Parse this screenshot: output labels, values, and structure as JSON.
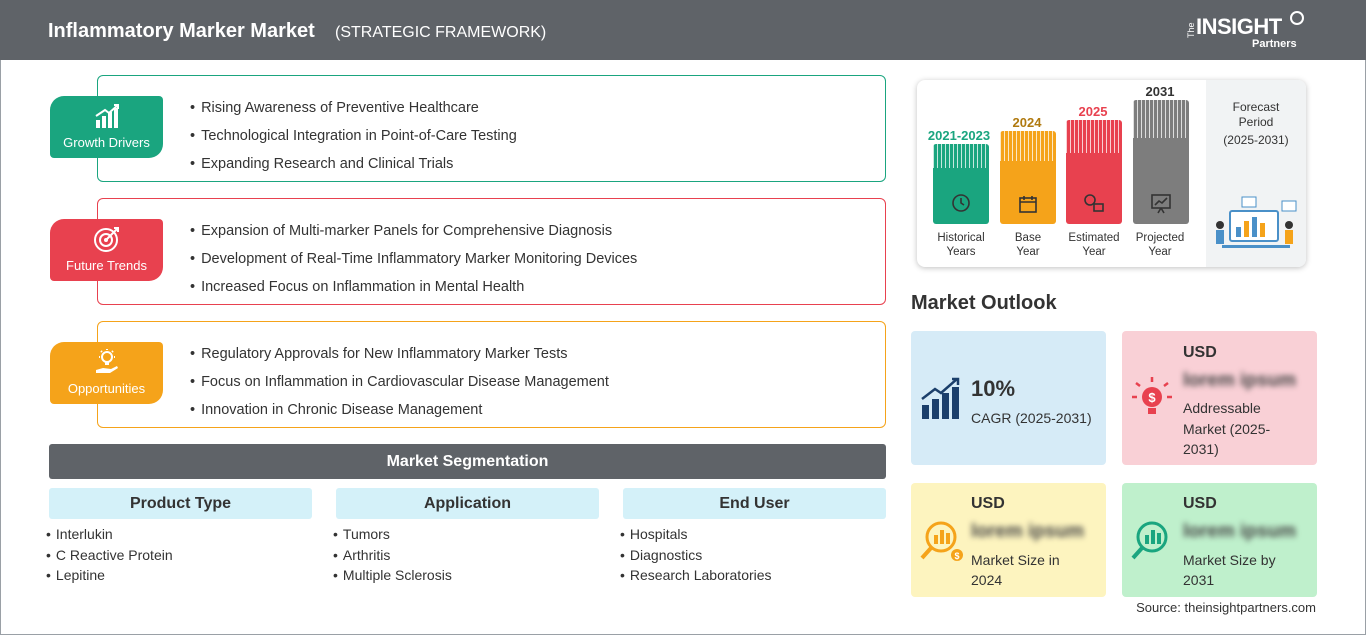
{
  "header": {
    "title": "Inflammatory Marker Market",
    "subtitle": "(STRATEGIC FRAMEWORK)",
    "logo": {
      "the": "The",
      "insight": "INSIGHT",
      "partners": "Partners"
    }
  },
  "strategic": [
    {
      "label": "Growth Drivers",
      "color": "#1aa57f",
      "icon": "growth-chart-icon",
      "items": [
        "Rising Awareness of Preventive Healthcare",
        "Technological Integration in Point-of-Care Testing",
        "Expanding Research and Clinical Trials"
      ]
    },
    {
      "label": "Future Trends",
      "color": "#e8414f",
      "icon": "target-icon",
      "items": [
        "Expansion of Multi-marker Panels for Comprehensive Diagnosis",
        "Development of Real-Time Inflammatory Marker Monitoring Devices",
        "Increased Focus on Inflammation in Mental Health"
      ]
    },
    {
      "label": "Opportunities",
      "color": "#f5a31a",
      "icon": "lightbulb-hand-icon",
      "items": [
        "Regulatory Approvals for New Inflammatory Marker Tests",
        "Focus on Inflammation in Cardiovascular Disease Management",
        "Innovation in Chronic Disease Management"
      ]
    }
  ],
  "segmentation": {
    "title": "Market Segmentation",
    "columns": [
      {
        "heading": "Product Type",
        "items": [
          "Interlukin",
          "C Reactive Protein",
          "Lepitine"
        ]
      },
      {
        "heading": "Application",
        "items": [
          "Tumors",
          "Arthritis",
          "Multiple Sclerosis"
        ]
      },
      {
        "heading": "End User",
        "items": [
          "Hospitals",
          "Diagnostics",
          "Research Laboratories"
        ]
      }
    ]
  },
  "timeline": {
    "bars": [
      {
        "year": "2021-2023",
        "line1": "Historical",
        "line2": "Years",
        "color": "#1aa57f",
        "icon": "history-icon"
      },
      {
        "year": "2024",
        "line1": "Base",
        "line2": "Year",
        "color": "#f5a31a",
        "icon": "calendar-icon"
      },
      {
        "year": "2025",
        "line1": "Estimated",
        "line2": "Year",
        "color": "#e8414f",
        "icon": "estimate-icon"
      },
      {
        "year": "2031",
        "line1": "Projected",
        "line2": "Year",
        "color": "#7d7d7d",
        "icon": "projection-icon"
      }
    ],
    "forecast": {
      "line1": "Forecast",
      "line2": "Period",
      "line3": "(2025-2031)"
    }
  },
  "outlook": {
    "title": "Market Outlook",
    "cagr": {
      "value": "10%",
      "label": "CAGR (2025-2031)",
      "color": "#d6ebf7"
    },
    "addressable": {
      "usd": "USD",
      "blur": "lorem ipsum",
      "line1": "Addressable",
      "line2": "Market (2025-",
      "line3": "2031)",
      "color": "#f9d0d6"
    },
    "size2024": {
      "usd": "USD",
      "blur": "lorem ipsum",
      "line1": "Market Size in",
      "line2": "2024",
      "color": "#fdf4bf"
    },
    "size2031": {
      "usd": "USD",
      "blur": "lorem ipsum",
      "line1": "Market Size by",
      "line2": "2031",
      "color": "#bff0cc"
    }
  },
  "source": "Source: theinsightpartners.com"
}
